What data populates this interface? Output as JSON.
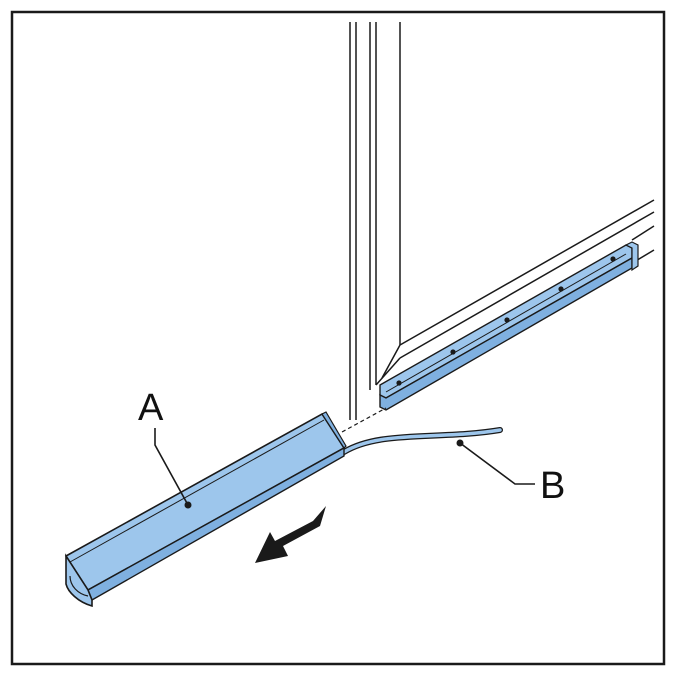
{
  "figure": {
    "callouts": {
      "a": {
        "label": "A",
        "part": "seal-strip"
      },
      "b": {
        "label": "B",
        "part": "cable"
      }
    },
    "arrow_direction": "down-left",
    "colors": {
      "part_fill": "#9dc6ec",
      "part_fill_dark": "#7fb0e0",
      "line": "#1a1a1a",
      "frame": "#1a1a1a",
      "background": "#ffffff"
    }
  }
}
